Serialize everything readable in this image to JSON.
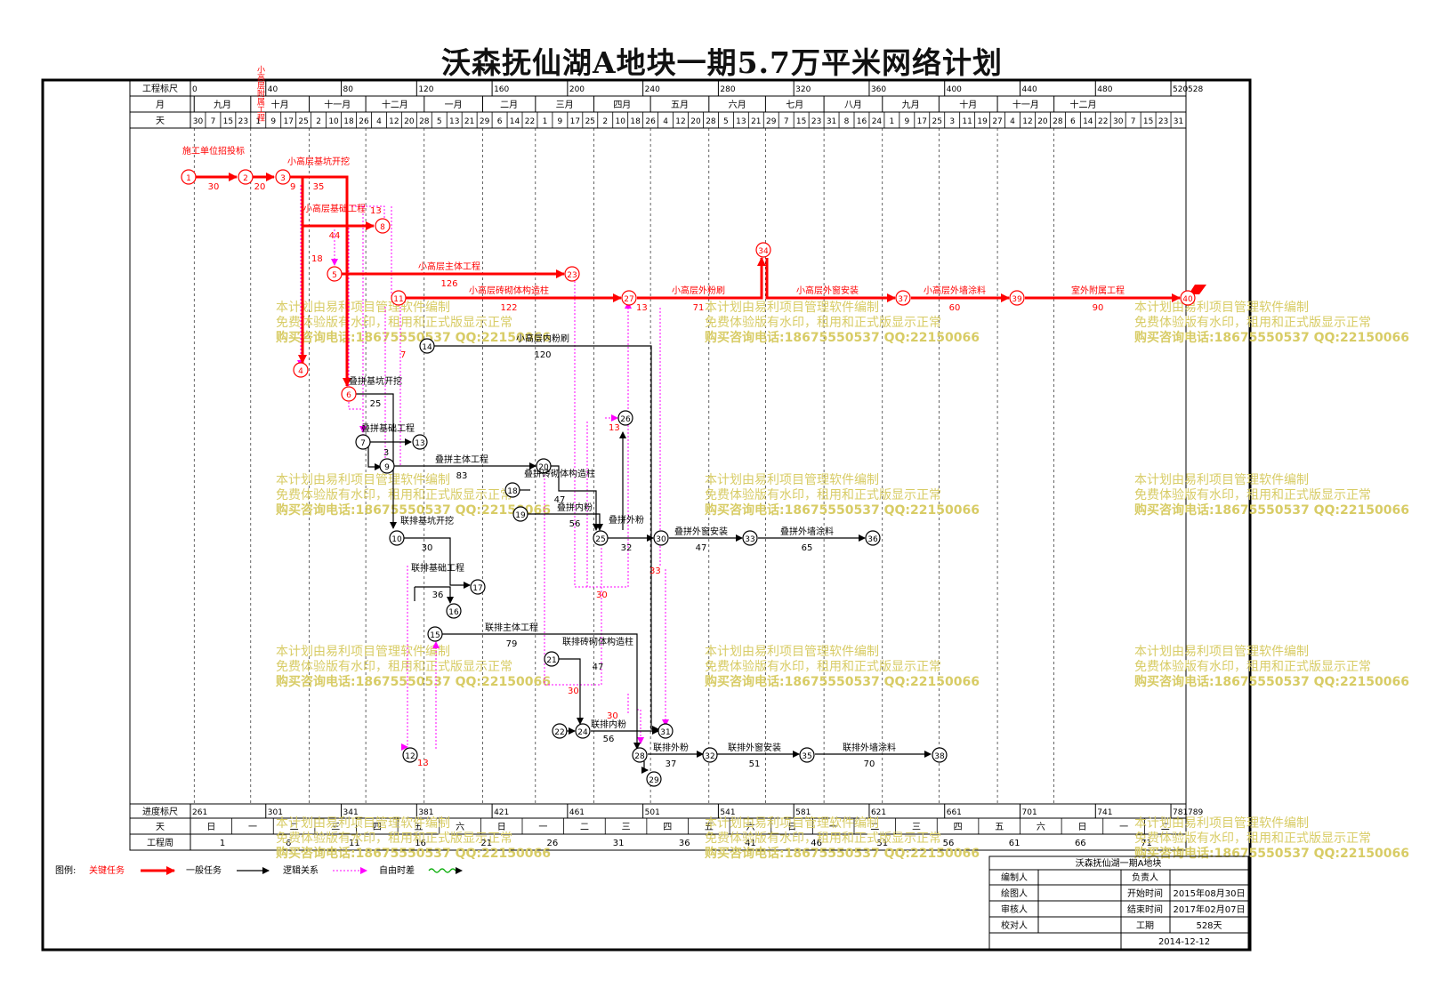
{
  "title": "沃森抚仙湖A地块一期5.7万平米网络计划",
  "header": {
    "row_labels": {
      "scale": "工程标尺",
      "month": "月",
      "day": "天"
    },
    "scale_ticks": [
      "0",
      "40",
      "80",
      "120",
      "160",
      "200",
      "240",
      "280",
      "320",
      "360",
      "400",
      "440",
      "480",
      "520",
      "528"
    ],
    "months": [
      "八月",
      "九月",
      "十月",
      "十一月",
      "十二月",
      "一月",
      "二月",
      "三月",
      "四月",
      "五月",
      "六月",
      "七月",
      "八月",
      "九月",
      "十月",
      "十一月",
      "十二月"
    ],
    "days": [
      "30",
      "7",
      "15",
      "23",
      "1",
      "9",
      "17",
      "25",
      "2",
      "10",
      "18",
      "26",
      "4",
      "12",
      "20",
      "28",
      "5",
      "13",
      "21",
      "29",
      "6",
      "14",
      "22",
      "1",
      "9",
      "17",
      "25",
      "2",
      "10",
      "18",
      "26",
      "4",
      "12",
      "20",
      "28",
      "5",
      "13",
      "21",
      "29",
      "7",
      "15",
      "23",
      "31",
      "8",
      "16",
      "24",
      "1",
      "9",
      "17",
      "25",
      "3",
      "11",
      "19",
      "27",
      "4",
      "12",
      "20",
      "28",
      "6",
      "14",
      "22",
      "30",
      "7",
      "15",
      "23",
      "31"
    ]
  },
  "footer": {
    "row_labels": {
      "progress": "进度标尺",
      "day": "天",
      "week": "工程周"
    },
    "progress_ticks": [
      "261",
      "301",
      "341",
      "381",
      "421",
      "461",
      "501",
      "541",
      "581",
      "621",
      "661",
      "701",
      "741",
      "781",
      "789"
    ],
    "weekdays": [
      "日",
      "一",
      "二",
      "三",
      "四",
      "五",
      "六",
      "日",
      "一",
      "二",
      "三",
      "四",
      "五",
      "六",
      "日",
      "一",
      "二",
      "三",
      "四",
      "五",
      "六",
      "日",
      "一",
      "二"
    ],
    "weeks": [
      "1",
      "6",
      "11",
      "16",
      "21",
      "26",
      "31",
      "36",
      "41",
      "46",
      "51",
      "56",
      "61",
      "66",
      "71"
    ]
  },
  "tasks": [
    {
      "id": "t1",
      "name": "施工单位招投标",
      "duration": "30",
      "critical": true
    },
    {
      "id": "t2",
      "name": "小高层附属工程",
      "duration": "20",
      "critical": true
    },
    {
      "id": "t3",
      "name": "小高层基坑开挖",
      "duration": "35",
      "critical": true
    },
    {
      "id": "t4",
      "name": "小高层基础工程",
      "duration": "44",
      "critical": true
    },
    {
      "id": "t5",
      "name": "小高层主体工程",
      "duration": "126",
      "critical": true
    },
    {
      "id": "t6",
      "name": "小高层砖砌体构造柱",
      "duration": "122",
      "critical": true
    },
    {
      "id": "t7",
      "name": "小高层外粉刷",
      "duration": "71",
      "critical": true
    },
    {
      "id": "t8",
      "name": "小高层外窗安装",
      "duration": "",
      "critical": true
    },
    {
      "id": "t9",
      "name": "小高层外墙涂料",
      "duration": "60",
      "critical": true
    },
    {
      "id": "t10",
      "name": "室外附属工程",
      "duration": "90",
      "critical": true
    },
    {
      "id": "t11",
      "name": "小高层内粉刷",
      "duration": "120",
      "critical": false
    },
    {
      "id": "t12",
      "name": "叠拼基坑开挖",
      "duration": "25",
      "critical": false
    },
    {
      "id": "t13",
      "name": "叠拼基础工程",
      "duration": "3",
      "critical": false
    },
    {
      "id": "t14",
      "name": "叠拼主体工程",
      "duration": "83",
      "critical": false
    },
    {
      "id": "t15",
      "name": "叠拼砖砌体构造柱",
      "duration": "47",
      "critical": false
    },
    {
      "id": "t16",
      "name": "叠拼内粉",
      "duration": "56",
      "critical": false
    },
    {
      "id": "t17",
      "name": "叠拼外粉",
      "duration": "32",
      "critical": false
    },
    {
      "id": "t18",
      "name": "叠拼外窗安装",
      "duration": "47",
      "critical": false
    },
    {
      "id": "t19",
      "name": "叠拼外墙涂料",
      "duration": "65",
      "critical": false
    },
    {
      "id": "t20",
      "name": "联排基坑开挖",
      "duration": "30",
      "critical": false
    },
    {
      "id": "t21",
      "name": "联排基础工程",
      "duration": "36",
      "critical": false
    },
    {
      "id": "t22",
      "name": "联排主体工程",
      "duration": "79",
      "critical": false
    },
    {
      "id": "t23",
      "name": "联排砖砌体构造柱",
      "duration": "47",
      "critical": false
    },
    {
      "id": "t24",
      "name": "联排内粉",
      "duration": "56",
      "critical": false
    },
    {
      "id": "t25",
      "name": "联排外粉",
      "duration": "37",
      "critical": false
    },
    {
      "id": "t26",
      "name": "联排外窗安装",
      "duration": "51",
      "critical": false
    },
    {
      "id": "t27",
      "name": "联排外墙涂料",
      "duration": "70",
      "critical": false
    }
  ],
  "float_labels": [
    "9",
    "13",
    "18",
    "7",
    "13",
    "13",
    "30",
    "30",
    "30",
    "13",
    "33"
  ],
  "watermark": [
    "本计划由易利项目管理软件编制",
    "免费体验版有水印，租用和正式版显示正常",
    "购买咨询电话:18675550537 QQ:22150066"
  ],
  "legend": {
    "label": "图例:",
    "items": [
      "关键任务",
      "一般任务",
      "逻辑关系",
      "自由时差"
    ]
  },
  "info_table": {
    "project": "沃森抚仙湖一期A地块",
    "rows": [
      {
        "k1": "编制人",
        "v1": "",
        "k2": "负责人",
        "v2": ""
      },
      {
        "k1": "绘图人",
        "v1": "",
        "k2": "开始时间",
        "v2": "2015年08月30日"
      },
      {
        "k1": "审核人",
        "v1": "",
        "k2": "结束时间",
        "v2": "2017年02月07日"
      },
      {
        "k1": "校对人",
        "v1": "",
        "k2": "工期",
        "v2": "528天"
      }
    ],
    "date": "2014-12-12"
  },
  "colors": {
    "critical": "#ff0000",
    "normal": "#000000",
    "logic": "#ff00ff",
    "float": "#00aa00",
    "watermark": "#d8cc66",
    "grid": "#000000"
  }
}
